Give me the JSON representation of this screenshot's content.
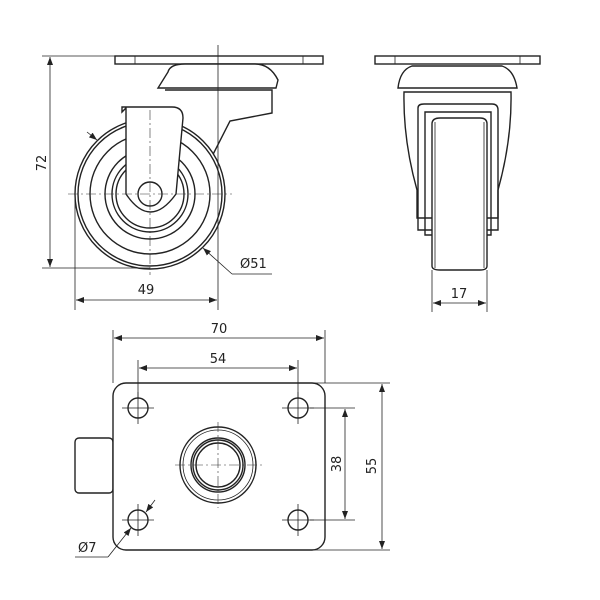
{
  "dimensions": {
    "height": "72",
    "wheel_offset": "49",
    "wheel_diameter": "Ø51",
    "wheel_width": "17",
    "plate_width": "70",
    "hole_spacing_x": "54",
    "hole_spacing_y": "38",
    "plate_length": "55",
    "hole_diameter": "Ø7"
  },
  "colors": {
    "line": "#222222",
    "background": "#ffffff"
  }
}
